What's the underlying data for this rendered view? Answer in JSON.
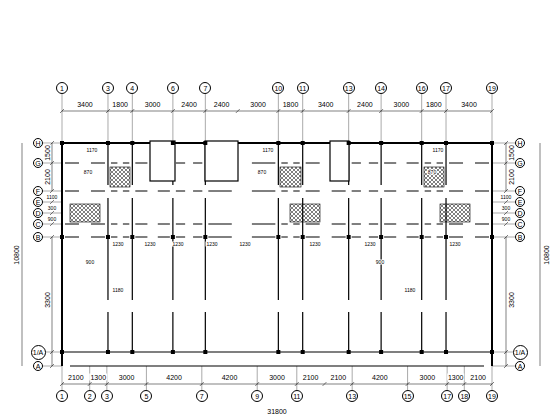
{
  "diagram": {
    "nodes": [
      {
        "text": [
          "1"
        ]
      },
      {
        "text": [
          "3"
        ]
      },
      {
        "text": [
          "4"
        ]
      },
      {
        "text": [
          "6"
        ]
      },
      {
        "text": [
          "7"
        ]
      },
      {
        "text": [
          "10"
        ]
      },
      {
        "text": [
          "11"
        ]
      },
      {
        "text": [
          "13"
        ]
      },
      {
        "text": [
          "14"
        ]
      },
      {
        "text": [
          "16"
        ]
      },
      {
        "text": [
          "17"
        ]
      },
      {
        "text": [
          "19"
        ]
      },
      {
        "text": [
          "H"
        ]
      },
      {
        "text": [
          "G"
        ]
      },
      {
        "text": [
          "F"
        ]
      },
      {
        "text": [
          "E"
        ]
      },
      {
        "text": [
          "D"
        ]
      },
      {
        "text": [
          "C"
        ]
      },
      {
        "text": [
          "B"
        ]
      },
      {
        "text": [
          "1/A"
        ]
      },
      {
        "text": [
          "A"
        ]
      },
      {
        "text": [
          "H"
        ]
      },
      {
        "text": [
          "G"
        ]
      },
      {
        "text": [
          "F"
        ]
      },
      {
        "text": [
          "E"
        ]
      },
      {
        "text": [
          "D"
        ]
      },
      {
        "text": [
          "C"
        ]
      },
      {
        "text": [
          "B"
        ]
      },
      {
        "text": [
          "1/A"
        ]
      },
      {
        "text": [
          "A"
        ]
      },
      {
        "text": [
          "1"
        ]
      },
      {
        "text": [
          "2"
        ]
      },
      {
        "text": [
          "3"
        ]
      },
      {
        "text": [
          "5"
        ]
      },
      {
        "text": [
          "7"
        ]
      },
      {
        "text": [
          "9"
        ]
      },
      {
        "text": [
          "11"
        ]
      },
      {
        "text": [
          "13"
        ]
      },
      {
        "text": [
          "15"
        ]
      },
      {
        "text": [
          "17"
        ]
      },
      {
        "text": [
          "18"
        ]
      },
      {
        "text": [
          "19"
        ]
      }
    ],
    "labels": [
      "3400",
      "1800",
      "3000",
      "2400",
      "2400",
      "3000",
      "1800",
      "3400",
      "2400",
      "3000",
      "1800",
      "3400",
      "2100",
      "1300",
      "3000",
      "4200",
      "4200",
      "3000",
      "2100",
      "2100",
      "4200",
      "3000",
      "1300",
      "2100",
      "31800",
      "1500",
      "2100",
      "1100",
      "300",
      "900",
      "3300",
      "10800",
      "1500",
      "2100",
      "1100",
      "300",
      "900",
      "3300",
      "10800",
      "1170",
      "870",
      "1170",
      "870",
      "1170",
      "870",
      "1230",
      "1230",
      "1230",
      "1230",
      "1230",
      "1230",
      "1230",
      "1230",
      "900",
      "1180",
      "900",
      "1180"
    ]
  }
}
